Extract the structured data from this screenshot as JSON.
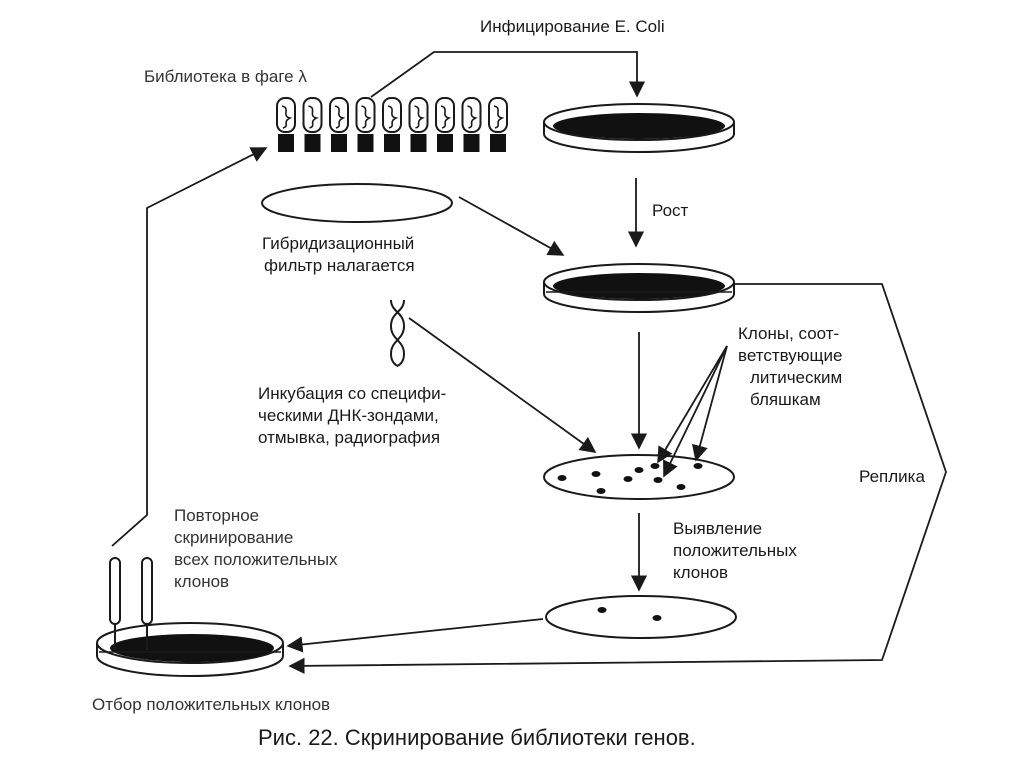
{
  "labels": {
    "infect": "Инфицирование E. Coli",
    "library": "Библиотека в фаге λ",
    "growth": "Рост",
    "hybrid_filter": [
      "Гибридизационный",
      "фильтр налагается"
    ],
    "clones_lytic": [
      "Клоны, соот-",
      "ветствующие",
      "литическим",
      "бляшкам"
    ],
    "incubation": [
      "Инкубация со специфи-",
      "ческими ДНК-зондами,",
      "отмывка, радиография"
    ],
    "replica": "Реплика",
    "rescreen": [
      "Повторное",
      "скринирование",
      "всех положительных",
      "клонов"
    ],
    "detect": [
      "Выявление",
      "положительных",
      "клонов"
    ],
    "select": "Отбор положительных клонов"
  },
  "caption": "Рис. 22. Скринирование библиотеки генов."
}
